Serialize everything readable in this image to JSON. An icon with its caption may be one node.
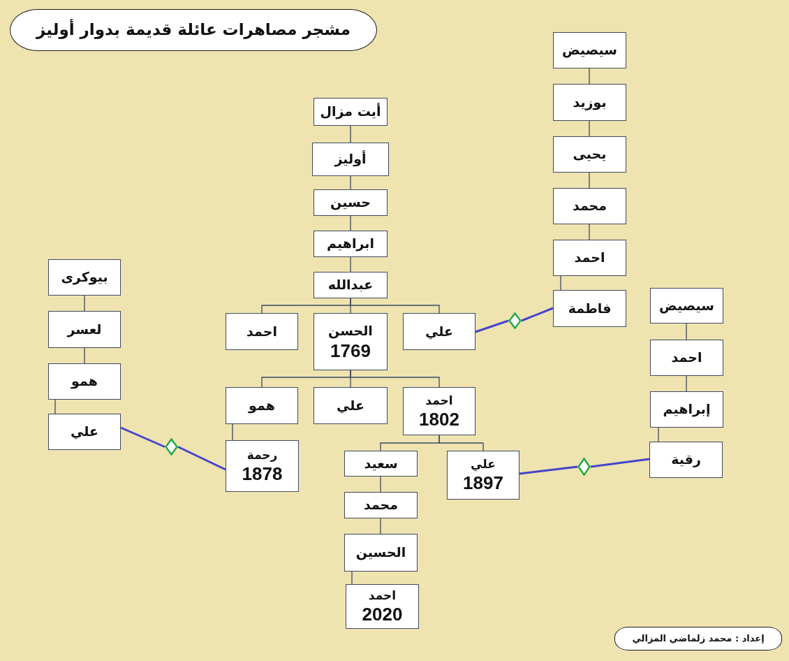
{
  "diagram": {
    "title": "مشجر مصاهرات عائلة قديمة بدوار أوليز",
    "caption": "إعداد : محمد زلماضي المزالي",
    "nodes": [
      {
        "text": [
          "أيت مزال"
        ]
      },
      {
        "text": [
          "أوليز"
        ]
      },
      {
        "text": [
          "حسين"
        ]
      },
      {
        "text": [
          "ابراهيم"
        ]
      },
      {
        "text": [
          "عبدالله"
        ]
      },
      {
        "text": [
          "احمد"
        ]
      },
      {
        "text": [
          "الحسن",
          "1769"
        ]
      },
      {
        "text": [
          "علي"
        ]
      },
      {
        "text": [
          "همو"
        ]
      },
      {
        "text": [
          "علي"
        ]
      },
      {
        "text": [
          "احمد",
          "1802"
        ]
      },
      {
        "text": [
          "رحمة",
          "1878"
        ]
      },
      {
        "text": [
          "سعيد"
        ]
      },
      {
        "text": [
          "علي",
          "1897"
        ]
      },
      {
        "text": [
          "محمد"
        ]
      },
      {
        "text": [
          "الحسين"
        ]
      },
      {
        "text": [
          "احمد",
          "2020"
        ]
      },
      {
        "text": [
          "سيصيض"
        ]
      },
      {
        "text": [
          "بوزيد"
        ]
      },
      {
        "text": [
          "يحيى"
        ]
      },
      {
        "text": [
          "محمد"
        ]
      },
      {
        "text": [
          "احمد"
        ]
      },
      {
        "text": [
          "فاطمة"
        ]
      },
      {
        "text": [
          "سيصيض"
        ]
      },
      {
        "text": [
          "احمد"
        ]
      },
      {
        "text": [
          "إبراهيم"
        ]
      },
      {
        "text": [
          "رقية"
        ]
      },
      {
        "text": [
          "بيوكرى"
        ]
      },
      {
        "text": [
          "لعسر"
        ]
      },
      {
        "text": [
          "همو"
        ]
      },
      {
        "text": [
          "علي"
        ]
      },
      {
        "text": [],
        "shape": "diamond"
      },
      {
        "text": [],
        "shape": "diamond"
      },
      {
        "text": [],
        "shape": "diamond"
      }
    ],
    "edges": [
      {
        "from": 0,
        "to": 1,
        "arrow": "none"
      },
      {
        "from": 1,
        "to": 2,
        "arrow": "none"
      },
      {
        "from": 2,
        "to": 3,
        "arrow": "none"
      },
      {
        "from": 3,
        "to": 4,
        "arrow": "none"
      },
      {
        "from": 4,
        "to": 5,
        "arrow": "none"
      },
      {
        "from": 4,
        "to": 6,
        "arrow": "none"
      },
      {
        "from": 4,
        "to": 7,
        "arrow": "none"
      },
      {
        "from": 6,
        "to": 8,
        "arrow": "none"
      },
      {
        "from": 6,
        "to": 9,
        "arrow": "none"
      },
      {
        "from": 6,
        "to": 10,
        "arrow": "none"
      },
      {
        "from": 8,
        "to": 11,
        "arrow": "none"
      },
      {
        "from": 10,
        "to": 12,
        "arrow": "none"
      },
      {
        "from": 10,
        "to": 13,
        "arrow": "none"
      },
      {
        "from": 12,
        "to": 14,
        "arrow": "none"
      },
      {
        "from": 14,
        "to": 15,
        "arrow": "none"
      },
      {
        "from": 15,
        "to": 16,
        "arrow": "none"
      },
      {
        "from": 17,
        "to": 18,
        "arrow": "none"
      },
      {
        "from": 18,
        "to": 19,
        "arrow": "none"
      },
      {
        "from": 19,
        "to": 20,
        "arrow": "none"
      },
      {
        "from": 20,
        "to": 21,
        "arrow": "none"
      },
      {
        "from": 21,
        "to": 22,
        "arrow": "none"
      },
      {
        "from": 23,
        "to": 24,
        "arrow": "none"
      },
      {
        "from": 24,
        "to": 25,
        "arrow": "none"
      },
      {
        "from": 25,
        "to": 26,
        "arrow": "none"
      },
      {
        "from": 27,
        "to": 28,
        "arrow": "none"
      },
      {
        "from": 28,
        "to": 29,
        "arrow": "none"
      },
      {
        "from": 29,
        "to": 30,
        "arrow": "none"
      },
      {
        "from": 7,
        "to": 31,
        "arrow": "none",
        "style": "thick",
        "color": "#4444cc"
      },
      {
        "from": 31,
        "to": 22,
        "arrow": "none",
        "style": "thick",
        "color": "#4444cc"
      },
      {
        "from": 30,
        "to": 32,
        "arrow": "none",
        "style": "thick",
        "color": "#4444cc"
      },
      {
        "from": 32,
        "to": 11,
        "arrow": "none",
        "style": "thick",
        "color": "#4444cc"
      },
      {
        "from": 13,
        "to": 33,
        "arrow": "none",
        "style": "thick",
        "color": "#4444cc"
      },
      {
        "from": 33,
        "to": 26,
        "arrow": "none",
        "style": "thick",
        "color": "#4444cc"
      }
    ]
  }
}
